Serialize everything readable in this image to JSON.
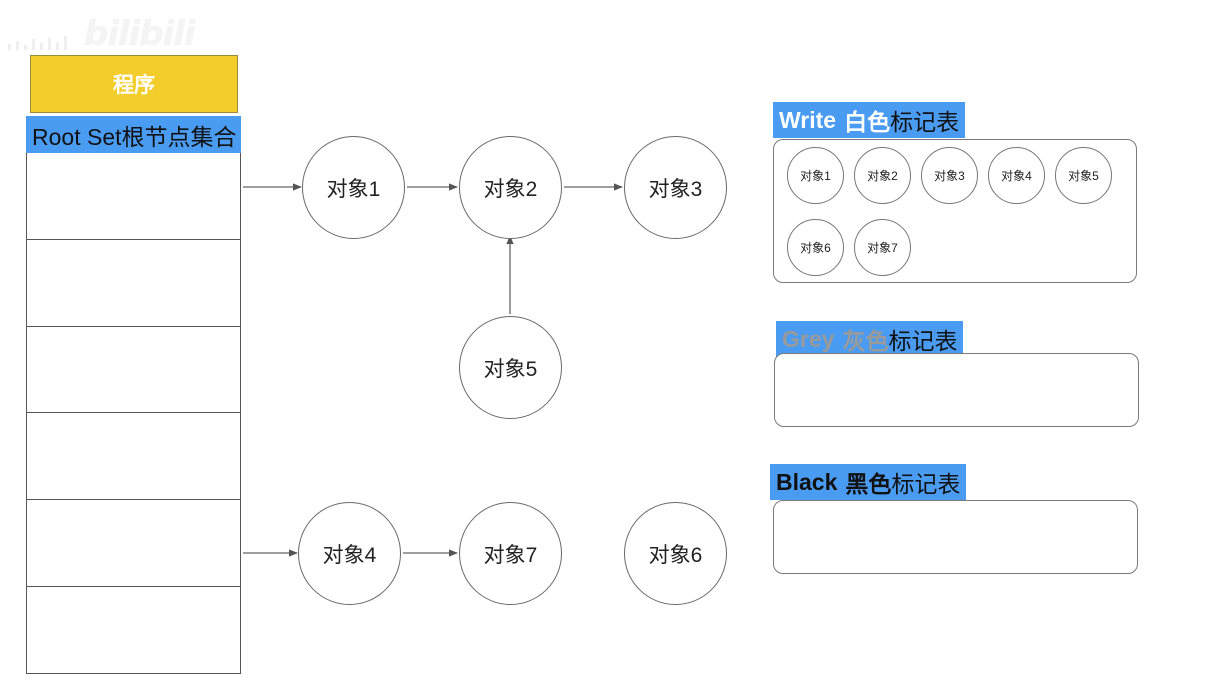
{
  "watermark": {
    "text": "bilibili"
  },
  "program": {
    "label": "程序"
  },
  "root_set": {
    "label": "Root Set根节点集合",
    "slots": 6
  },
  "objects": {
    "obj1": "对象1",
    "obj2": "对象2",
    "obj3": "对象3",
    "obj4": "对象4",
    "obj5": "对象5",
    "obj6": "对象6",
    "obj7": "对象7"
  },
  "tables": {
    "white": {
      "en": "Write",
      "color": "白色",
      "suffix": "标记表",
      "items": [
        "对象1",
        "对象2",
        "对象3",
        "对象4",
        "对象5",
        "对象6",
        "对象7"
      ]
    },
    "grey": {
      "en": "Grey",
      "color": "灰色",
      "suffix": "标记表",
      "items": []
    },
    "black": {
      "en": "Black",
      "color": "黑色",
      "suffix": "标记表",
      "items": []
    }
  },
  "colors": {
    "program_fill": "#f3cd2c",
    "header_blue": "#4a9cf2",
    "white_title_text": "#ffffff",
    "grey_title_text": "#9a9a9a",
    "black_title_text": "#111111"
  }
}
